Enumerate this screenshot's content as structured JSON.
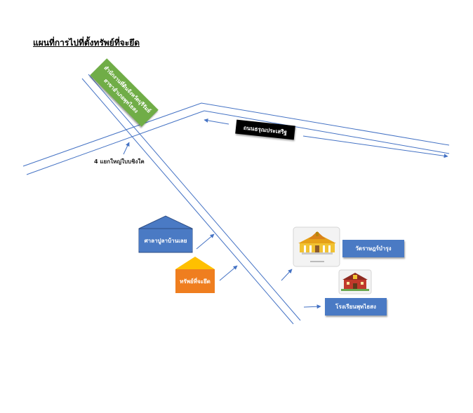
{
  "title": "แผนที่การไปที่ตั้งทรัพย์ที่จะยึด",
  "office_label": {
    "line1": "สำนักงานที่ดินจังหวัดบุรีรัมย์",
    "line2": "สาขาอำเภอพุทไธสง"
  },
  "road_label": "ถนนธรุณประเสริฐ",
  "intersection_label": "4 แยกใหญ่ใบบชิงใค",
  "landmarks": {
    "pavilion": "ศาลาปูลาบ้านเลย",
    "property": "ทรัพย์ที่จะยึด",
    "temple": "วัดราษฎร์บำรุง",
    "school": "โรงเรียนพุทไธสง"
  },
  "colors": {
    "road": "#4472c4",
    "office_label": "#70ad47",
    "road_label": "#000000",
    "blue_landmark": "#4a7ac4",
    "orange_landmark": "#ef7e1f",
    "orange_roof": "#ffc000"
  },
  "icons": {
    "temple": "temple-icon",
    "school": "school-icon"
  }
}
